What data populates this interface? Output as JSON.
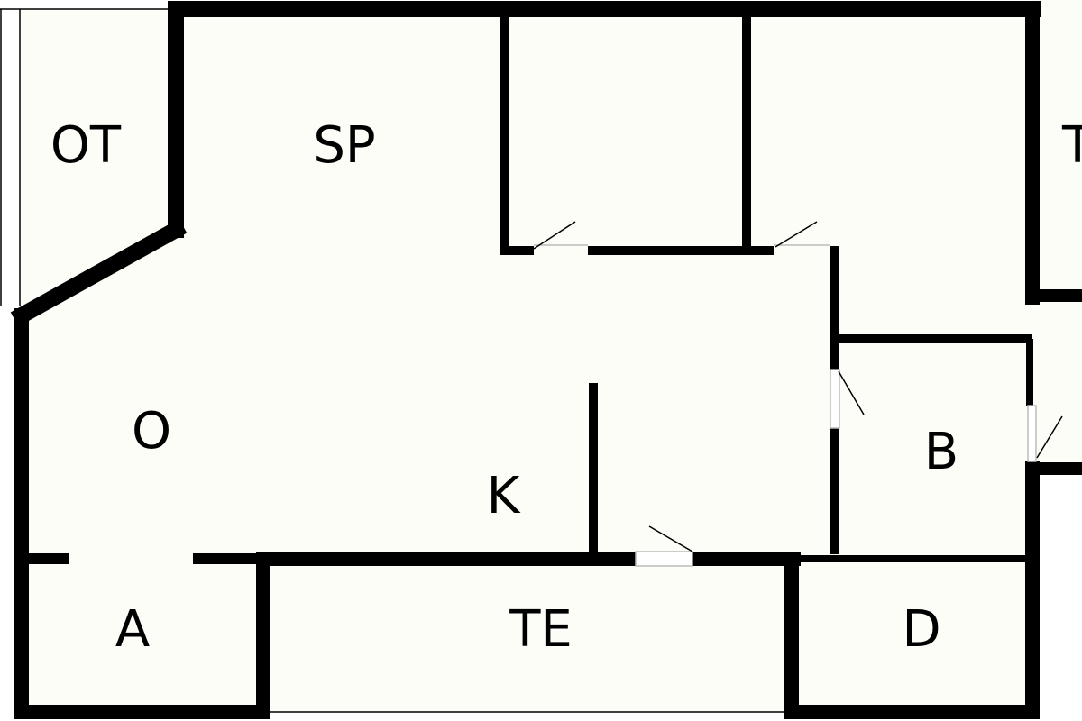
{
  "colors": {
    "floor": "#fdfdf7",
    "wall": "#000000",
    "background": "#ffffff"
  },
  "rooms": {
    "ot": "OT",
    "sp": "SP",
    "o": "O",
    "k": "K",
    "b": "B",
    "a": "A",
    "te": "TE",
    "d": "D",
    "t": "T"
  }
}
